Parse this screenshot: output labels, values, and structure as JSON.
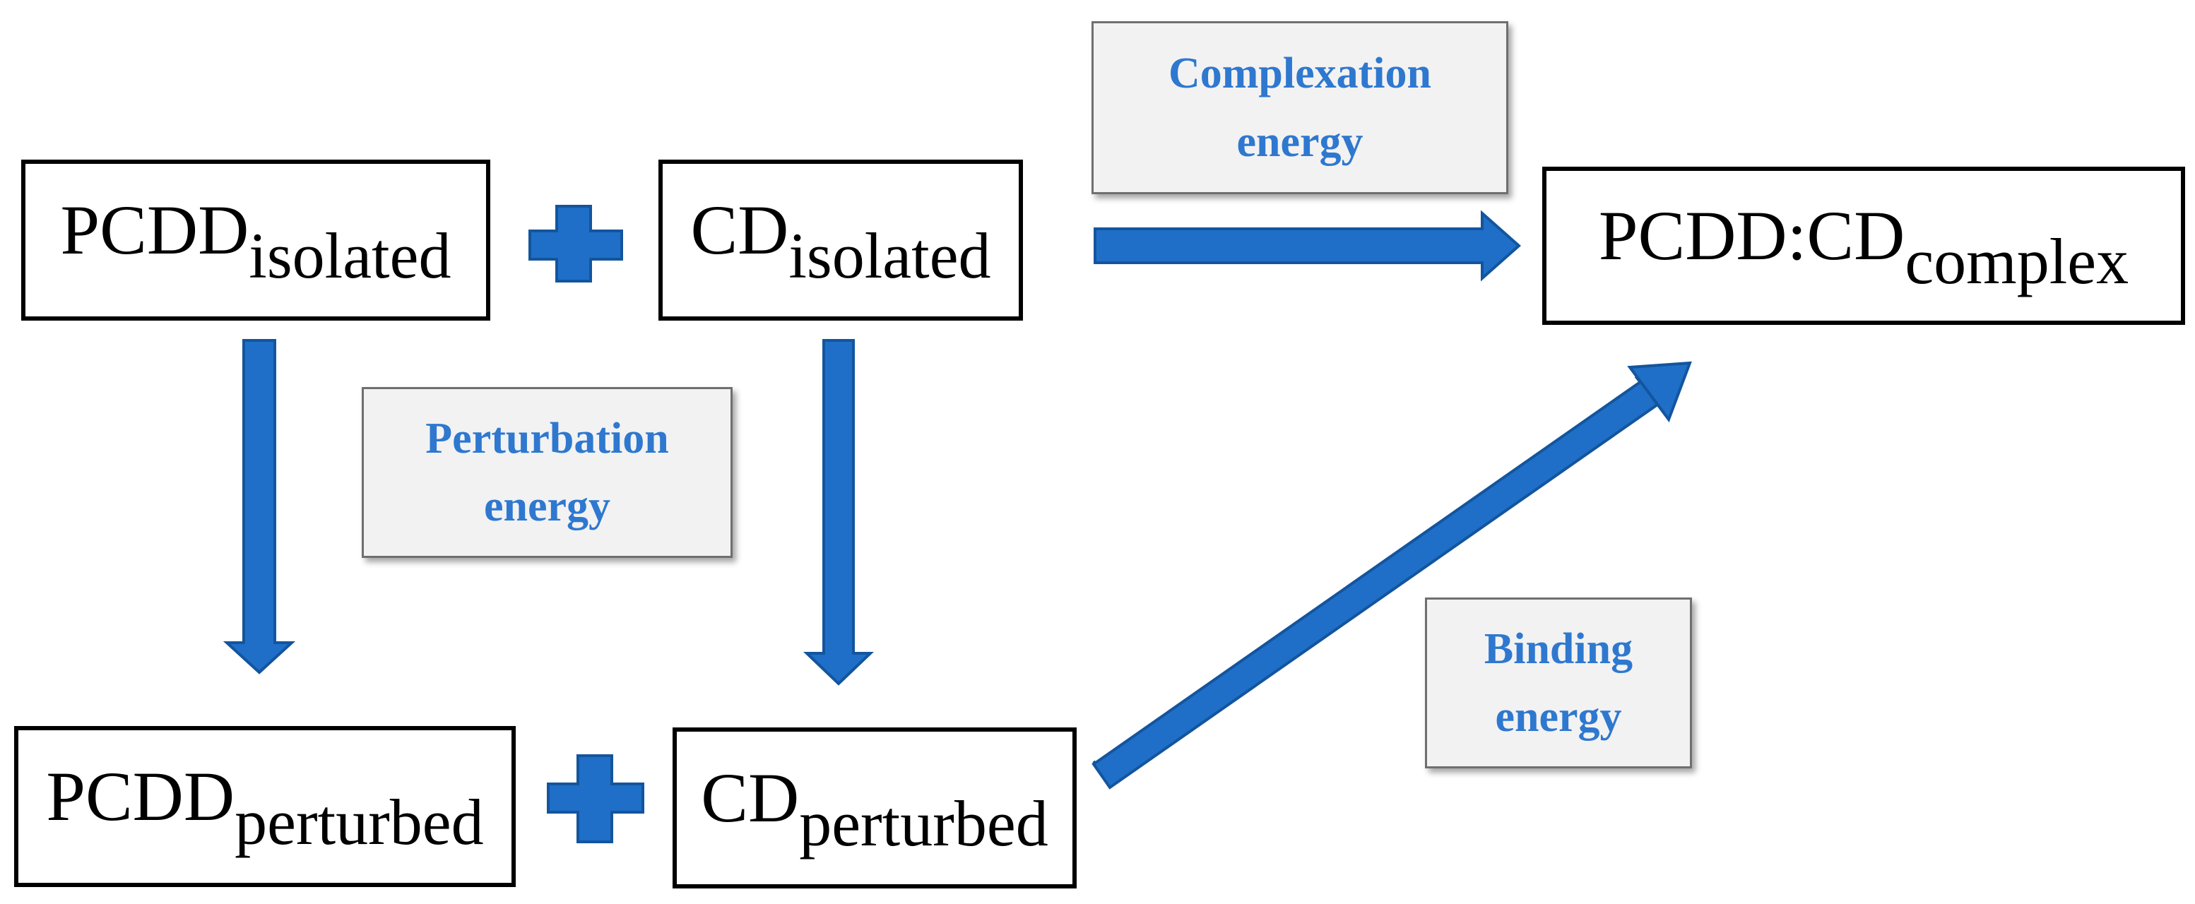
{
  "colors": {
    "arrow_fill": "#1f6fc8",
    "arrow_stroke": "#13559e",
    "energy_text": "#2e78cf",
    "energy_box_fill": "#f2f2f2"
  },
  "nodes": {
    "pcdd_isolated": {
      "main": "PCDD",
      "sub": "isolated"
    },
    "cd_isolated": {
      "main": "CD",
      "sub": "isolated"
    },
    "complex": {
      "main": "PCDD:CD",
      "sub": "complex"
    },
    "pcdd_perturbed": {
      "main": "PCDD",
      "sub": "perturbed"
    },
    "cd_perturbed": {
      "main": "CD",
      "sub": "perturbed"
    }
  },
  "energies": {
    "complexation": {
      "line1": "Complexation",
      "line2": "energy"
    },
    "perturbation": {
      "line1": "Perturbation",
      "line2": "energy"
    },
    "binding": {
      "line1": "Binding",
      "line2": "energy"
    }
  },
  "icons": {
    "top_plus": "plus-icon",
    "bottom_plus": "plus-icon"
  }
}
